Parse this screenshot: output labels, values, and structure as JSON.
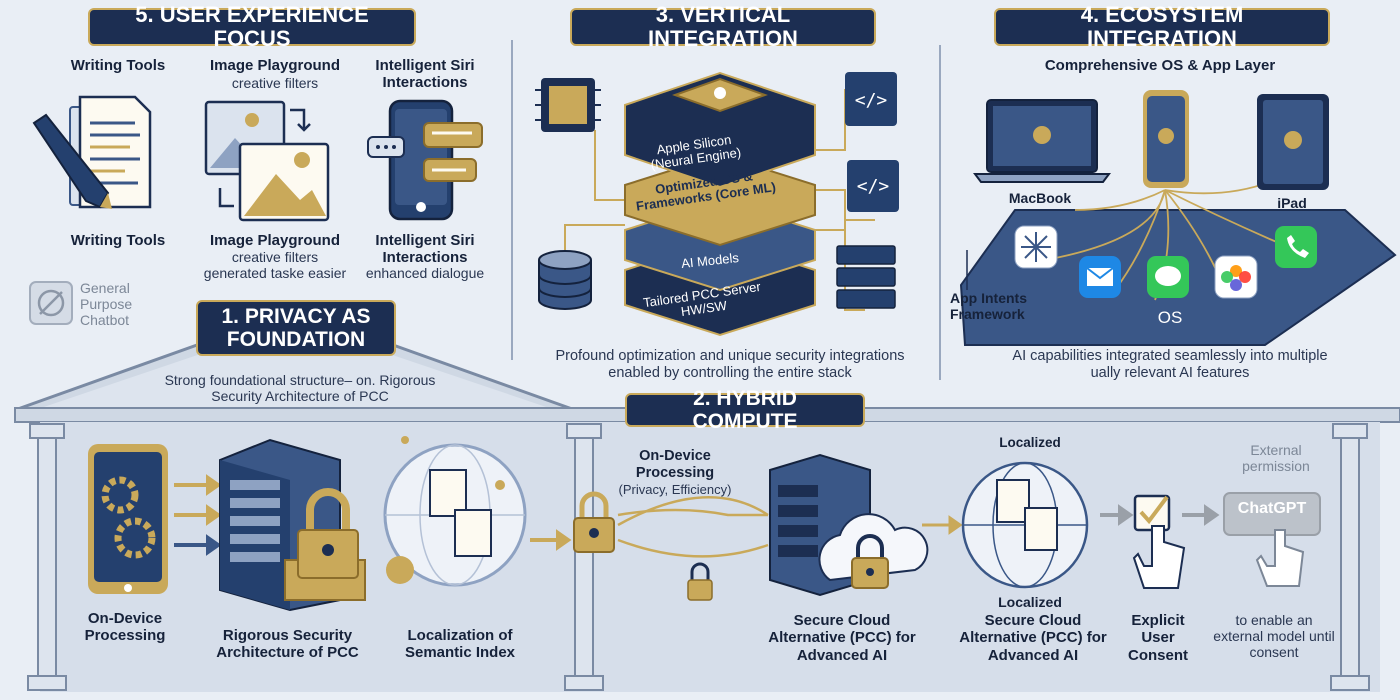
{
  "sections": {
    "ux": {
      "title": "5. USER EXPERIENCE FOCUS",
      "writing_top": "Writing Tools",
      "image_top_title": "Image Playground",
      "image_top_sub": "creative filters",
      "siri_top": "Intelligent Siri Interactions",
      "writing_bottom": "Writing Tools",
      "image_bottom_title": "Image Playground",
      "image_bottom_sub1": "creative filters",
      "image_bottom_sub2": "generated taske easier",
      "siri_bottom_title": "Intelligent Siri Interactions",
      "siri_bottom_sub": "enhanced dialogue",
      "chatbot_label": "General Purpose Chatbot"
    },
    "vertical": {
      "title": "3. VERTICAL INTEGRATION",
      "layer1": "Apple Silicon (Neural Engine)",
      "layer2": "Optimized OS & Frameworks (Core ML)",
      "layer3": "AI Models",
      "layer4": "Tailored PCC Server HW/SW",
      "caption": "Profound optimization and unique security integrations enabled by controlling the entire stack"
    },
    "ecosystem": {
      "title": "4. ECOSYSTEM INTEGRATION",
      "subtitle": "Comprehensive OS & App Layer",
      "macbook": "MacBook",
      "ipad": "iPad",
      "app_intents": "App Intents Framework",
      "os": "OS",
      "caption": "AI capabilities integrated seamlessly into multiple ually relevant AI features"
    },
    "privacy": {
      "title": "1. PRIVACY AS FOUNDATION",
      "caption": "Strong foundational structure– on. Rigorous Security Architecture of PCC",
      "item1": "On-Device Processing",
      "item2": "Rigorous Security Architecture of PCC",
      "item3": "Localization of Semantic Index"
    },
    "hybrid": {
      "title": "2. HYBRID COMPUTE",
      "ondevice_title": "On-Device Processing",
      "ondevice_sub": "(Privacy, Efficiency)",
      "cloud1": "Secure Cloud Alternative (PCC) for Advanced AI",
      "localized_top": "Localized",
      "localized_bottom": "Localized",
      "cloud2": "Secure Cloud Alternative (PCC) for Advanced AI",
      "consent": "Explicit User Consent",
      "external_title": "External permission",
      "chatgpt": "ChatGPT",
      "external_caption": "to enable an external model until consent"
    }
  },
  "colors": {
    "navy": "#1c2e52",
    "gold": "#c9a95a",
    "blue": "#3a5787",
    "background": "#e9eef5"
  }
}
